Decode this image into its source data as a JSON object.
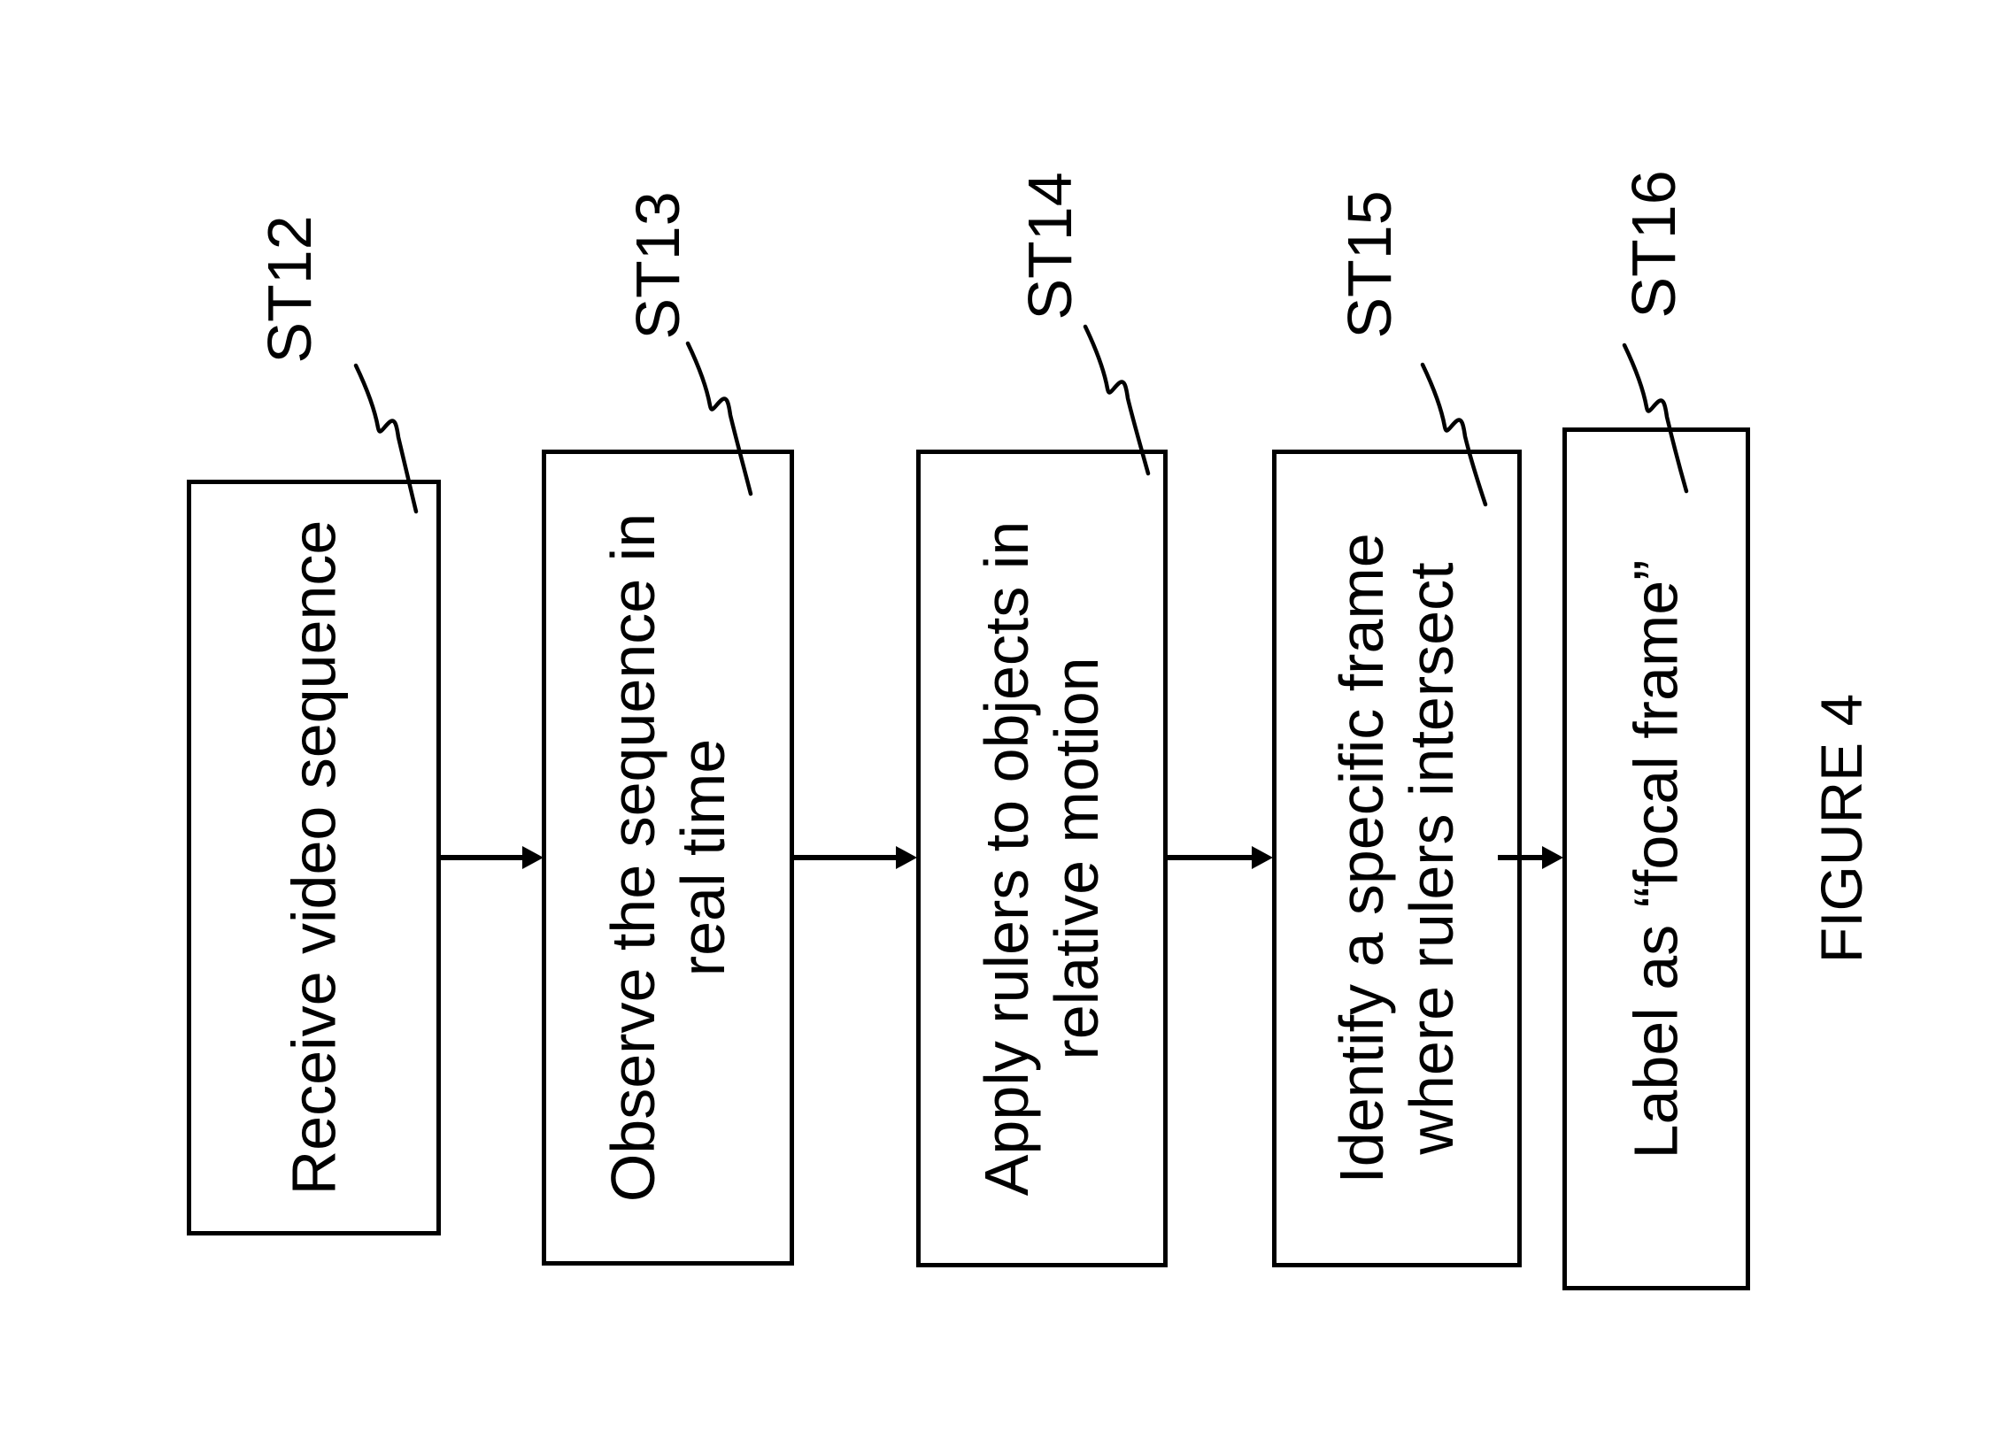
{
  "figure": {
    "caption": "FIGURE 4",
    "palette": {
      "ink": "#000000",
      "background": "#ffffff"
    },
    "steps": [
      {
        "label": "ST12",
        "lines": [
          "Receive video sequence"
        ]
      },
      {
        "label": "ST13",
        "lines": [
          "Observe the sequence in",
          "real time"
        ]
      },
      {
        "label": "ST14",
        "lines": [
          "Apply rulers to objects in",
          "relative motion"
        ]
      },
      {
        "label": "ST15",
        "lines": [
          "Identify a specific frame",
          "where rulers intersect"
        ]
      },
      {
        "label": "ST16",
        "lines": [
          "Label as “focal frame”"
        ]
      }
    ]
  }
}
